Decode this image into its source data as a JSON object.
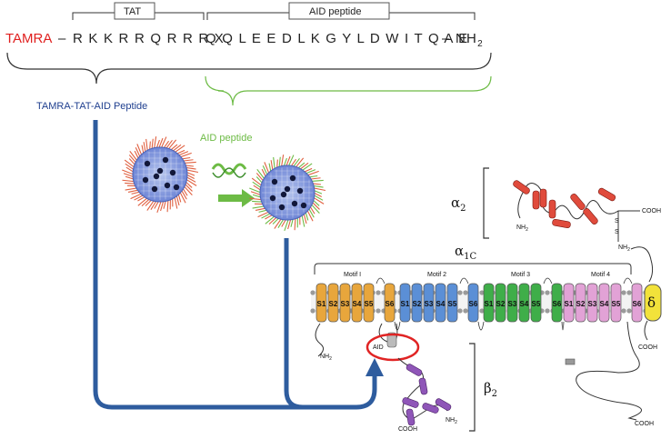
{
  "sequence": {
    "tamra": "TAMRA",
    "dash1": "–",
    "tat_residues": "R K K R R Q R R R X",
    "aid_residues": "Q Q L E E D L K G Y L D W I T Q A E",
    "dash2": "–",
    "nh2_base": "NH",
    "nh2_sub": "2"
  },
  "brackets": {
    "tat_label": "TAT",
    "aid_label": "AID peptide"
  },
  "labels": {
    "tamra_tat_aid": "TAMRA-TAT-AID Peptide",
    "aid_peptide": "AID peptide",
    "aid_site": "AID"
  },
  "subunits": {
    "alpha2_base": "α",
    "alpha2_sub": "2",
    "alpha1c_base": "α",
    "alpha1c_sub": "1C",
    "beta2_base": "β",
    "beta2_sub": "2",
    "delta": "δ"
  },
  "motifs": [
    {
      "name": "Motif I",
      "segments": [
        "S1",
        "S2",
        "S3",
        "S4",
        "S5",
        "S6"
      ]
    },
    {
      "name": "Motif 2",
      "segments": [
        "S1",
        "S2",
        "S3",
        "S4",
        "S5",
        "S6"
      ]
    },
    {
      "name": "Motif 3",
      "segments": [
        "S1",
        "S2",
        "S3",
        "S4",
        "S5",
        "S6"
      ]
    },
    {
      "name": "Motif 4",
      "segments": [
        "S1",
        "S2",
        "S3",
        "S4",
        "S5",
        "S6"
      ]
    }
  ],
  "termini": {
    "cooh": "COOH",
    "nh2": "NH2",
    "ss": "S",
    "nh2_base": "NH",
    "nh2_sub": "2"
  },
  "colors": {
    "tamra": "#e0201f",
    "tat_label_blue": "#1f3f8f",
    "aid_green": "#6dbb45",
    "arrow_blue": "#2e5c9e",
    "motif1": "#e8a63c",
    "motif2": "#5b8fd6",
    "motif3": "#3fae49",
    "motif4": "#e2a2d6",
    "alpha2_red": "#e04b3c",
    "beta2_purple": "#8f56b8",
    "delta_yellow": "#f2e23a",
    "aid_circle": "#e02424"
  }
}
